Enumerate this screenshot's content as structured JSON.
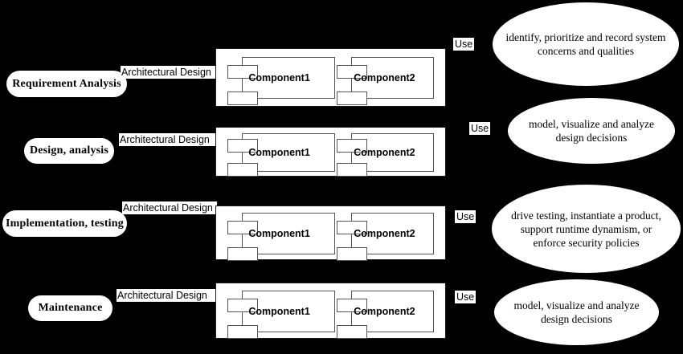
{
  "diagram": {
    "background_color": "#000000",
    "shape_fill": "#ffffff",
    "rows": [
      {
        "phase": "Requirement Analysis",
        "artifact_label": "Architectural Design",
        "relation_label": "Use",
        "components": [
          "Component1",
          "Component2"
        ],
        "purpose": "identify, prioritize and record system concerns and qualities"
      },
      {
        "phase": "Design, analysis",
        "artifact_label": "Architectural Design",
        "relation_label": "Use",
        "components": [
          "Component1",
          "Component2"
        ],
        "purpose": "model, visualize and analyze design decisions"
      },
      {
        "phase": "Implementation, testing",
        "artifact_label": "Architectural Design",
        "relation_label": "Use",
        "components": [
          "Component1",
          "Component2"
        ],
        "purpose": "drive testing, instantiate a product, support runtime dynamism, or enforce security policies"
      },
      {
        "phase": "Maintenance",
        "artifact_label": "Architectural Design",
        "relation_label": "Use",
        "components": [
          "Component1",
          "Component2"
        ],
        "purpose": "model, visualize and analyze design decisions"
      }
    ]
  }
}
